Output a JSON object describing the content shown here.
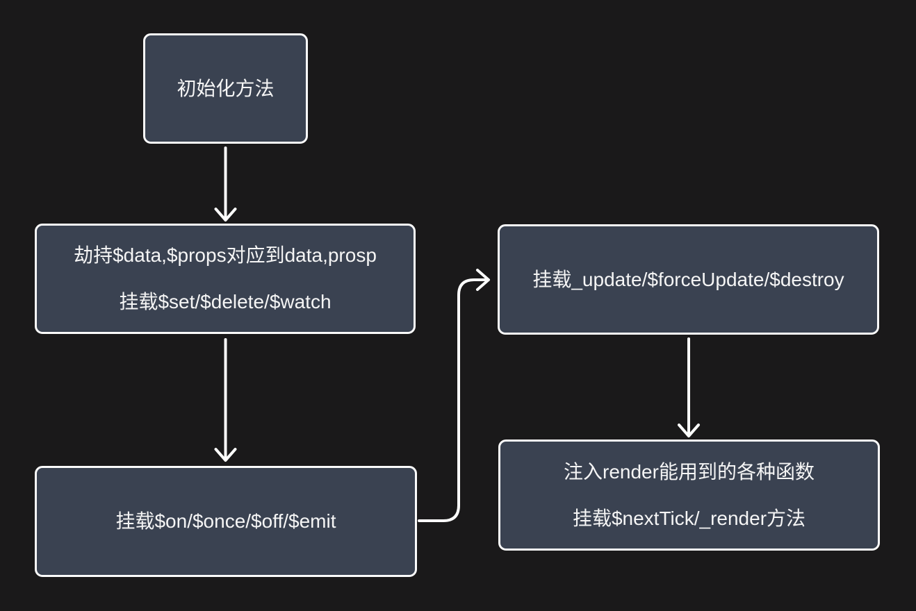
{
  "colors": {
    "bg": "#1a191a",
    "node-fill": "#3a4251",
    "node-border": "#fbfbfb",
    "text": "#f5f5f5",
    "arrow": "#fdfdfd"
  },
  "nodes": {
    "init": {
      "line1": "初始化方法"
    },
    "state": {
      "line1": "劫持$data,$props对应到data,prosp",
      "line2": "挂载$set/$delete/$watch"
    },
    "events": {
      "line1": "挂载$on/$once/$off/$emit"
    },
    "update": {
      "line1": "挂载_update/$forceUpdate/$destroy"
    },
    "render": {
      "line1": "注入render能用到的各种函数",
      "line2": "挂载$nextTick/_render方法"
    }
  }
}
